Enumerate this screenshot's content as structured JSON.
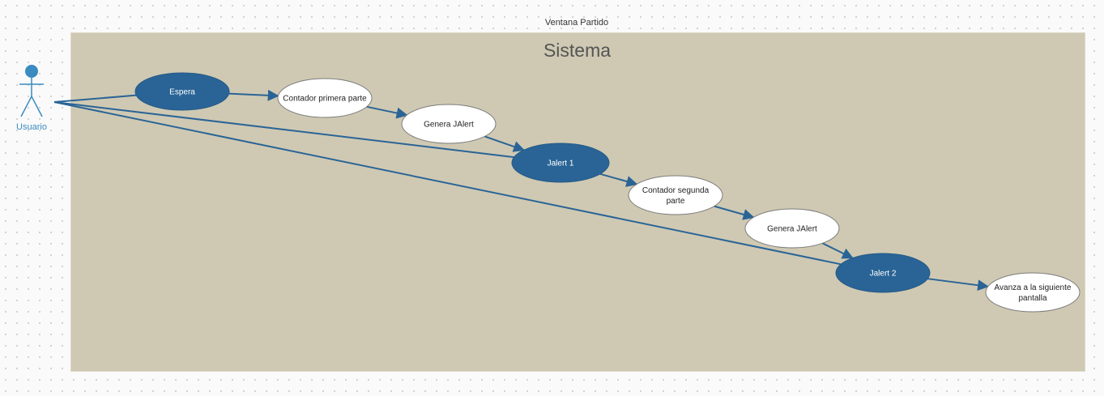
{
  "diagram": {
    "title": "Ventana Partido",
    "system_label": "Sistema",
    "actor": {
      "label": "Usuario"
    },
    "colors": {
      "system_bg": "#cfc9b3",
      "dark_node": "#2a6496",
      "light_node": "#ffffff",
      "edge": "#2a6496",
      "actor": "#3a8bc0"
    },
    "nodes": [
      {
        "id": "espera",
        "lines": [
          "Espera"
        ],
        "style": "dark"
      },
      {
        "id": "contador1",
        "lines": [
          "Contador primera parte"
        ],
        "style": "light"
      },
      {
        "id": "genera1",
        "lines": [
          "Genera JAlert"
        ],
        "style": "light"
      },
      {
        "id": "jalert1",
        "lines": [
          "Jalert 1"
        ],
        "style": "dark"
      },
      {
        "id": "contador2",
        "lines": [
          "Contador segunda",
          "parte"
        ],
        "style": "light"
      },
      {
        "id": "genera2",
        "lines": [
          "Genera JAlert"
        ],
        "style": "light"
      },
      {
        "id": "jalert2",
        "lines": [
          "Jalert 2"
        ],
        "style": "dark"
      },
      {
        "id": "avanza",
        "lines": [
          "Avanza a la siguiente",
          "pantalla"
        ],
        "style": "light"
      }
    ],
    "edges": [
      {
        "from": "actor",
        "to": "espera",
        "arrow": false
      },
      {
        "from": "actor",
        "to": "jalert1",
        "arrow": false
      },
      {
        "from": "actor",
        "to": "jalert2",
        "arrow": false
      },
      {
        "from": "espera",
        "to": "contador1",
        "arrow": true
      },
      {
        "from": "contador1",
        "to": "genera1",
        "arrow": true
      },
      {
        "from": "genera1",
        "to": "jalert1",
        "arrow": true
      },
      {
        "from": "jalert1",
        "to": "contador2",
        "arrow": true
      },
      {
        "from": "contador2",
        "to": "genera2",
        "arrow": true
      },
      {
        "from": "genera2",
        "to": "jalert2",
        "arrow": true
      },
      {
        "from": "jalert2",
        "to": "avanza",
        "arrow": true
      }
    ]
  }
}
